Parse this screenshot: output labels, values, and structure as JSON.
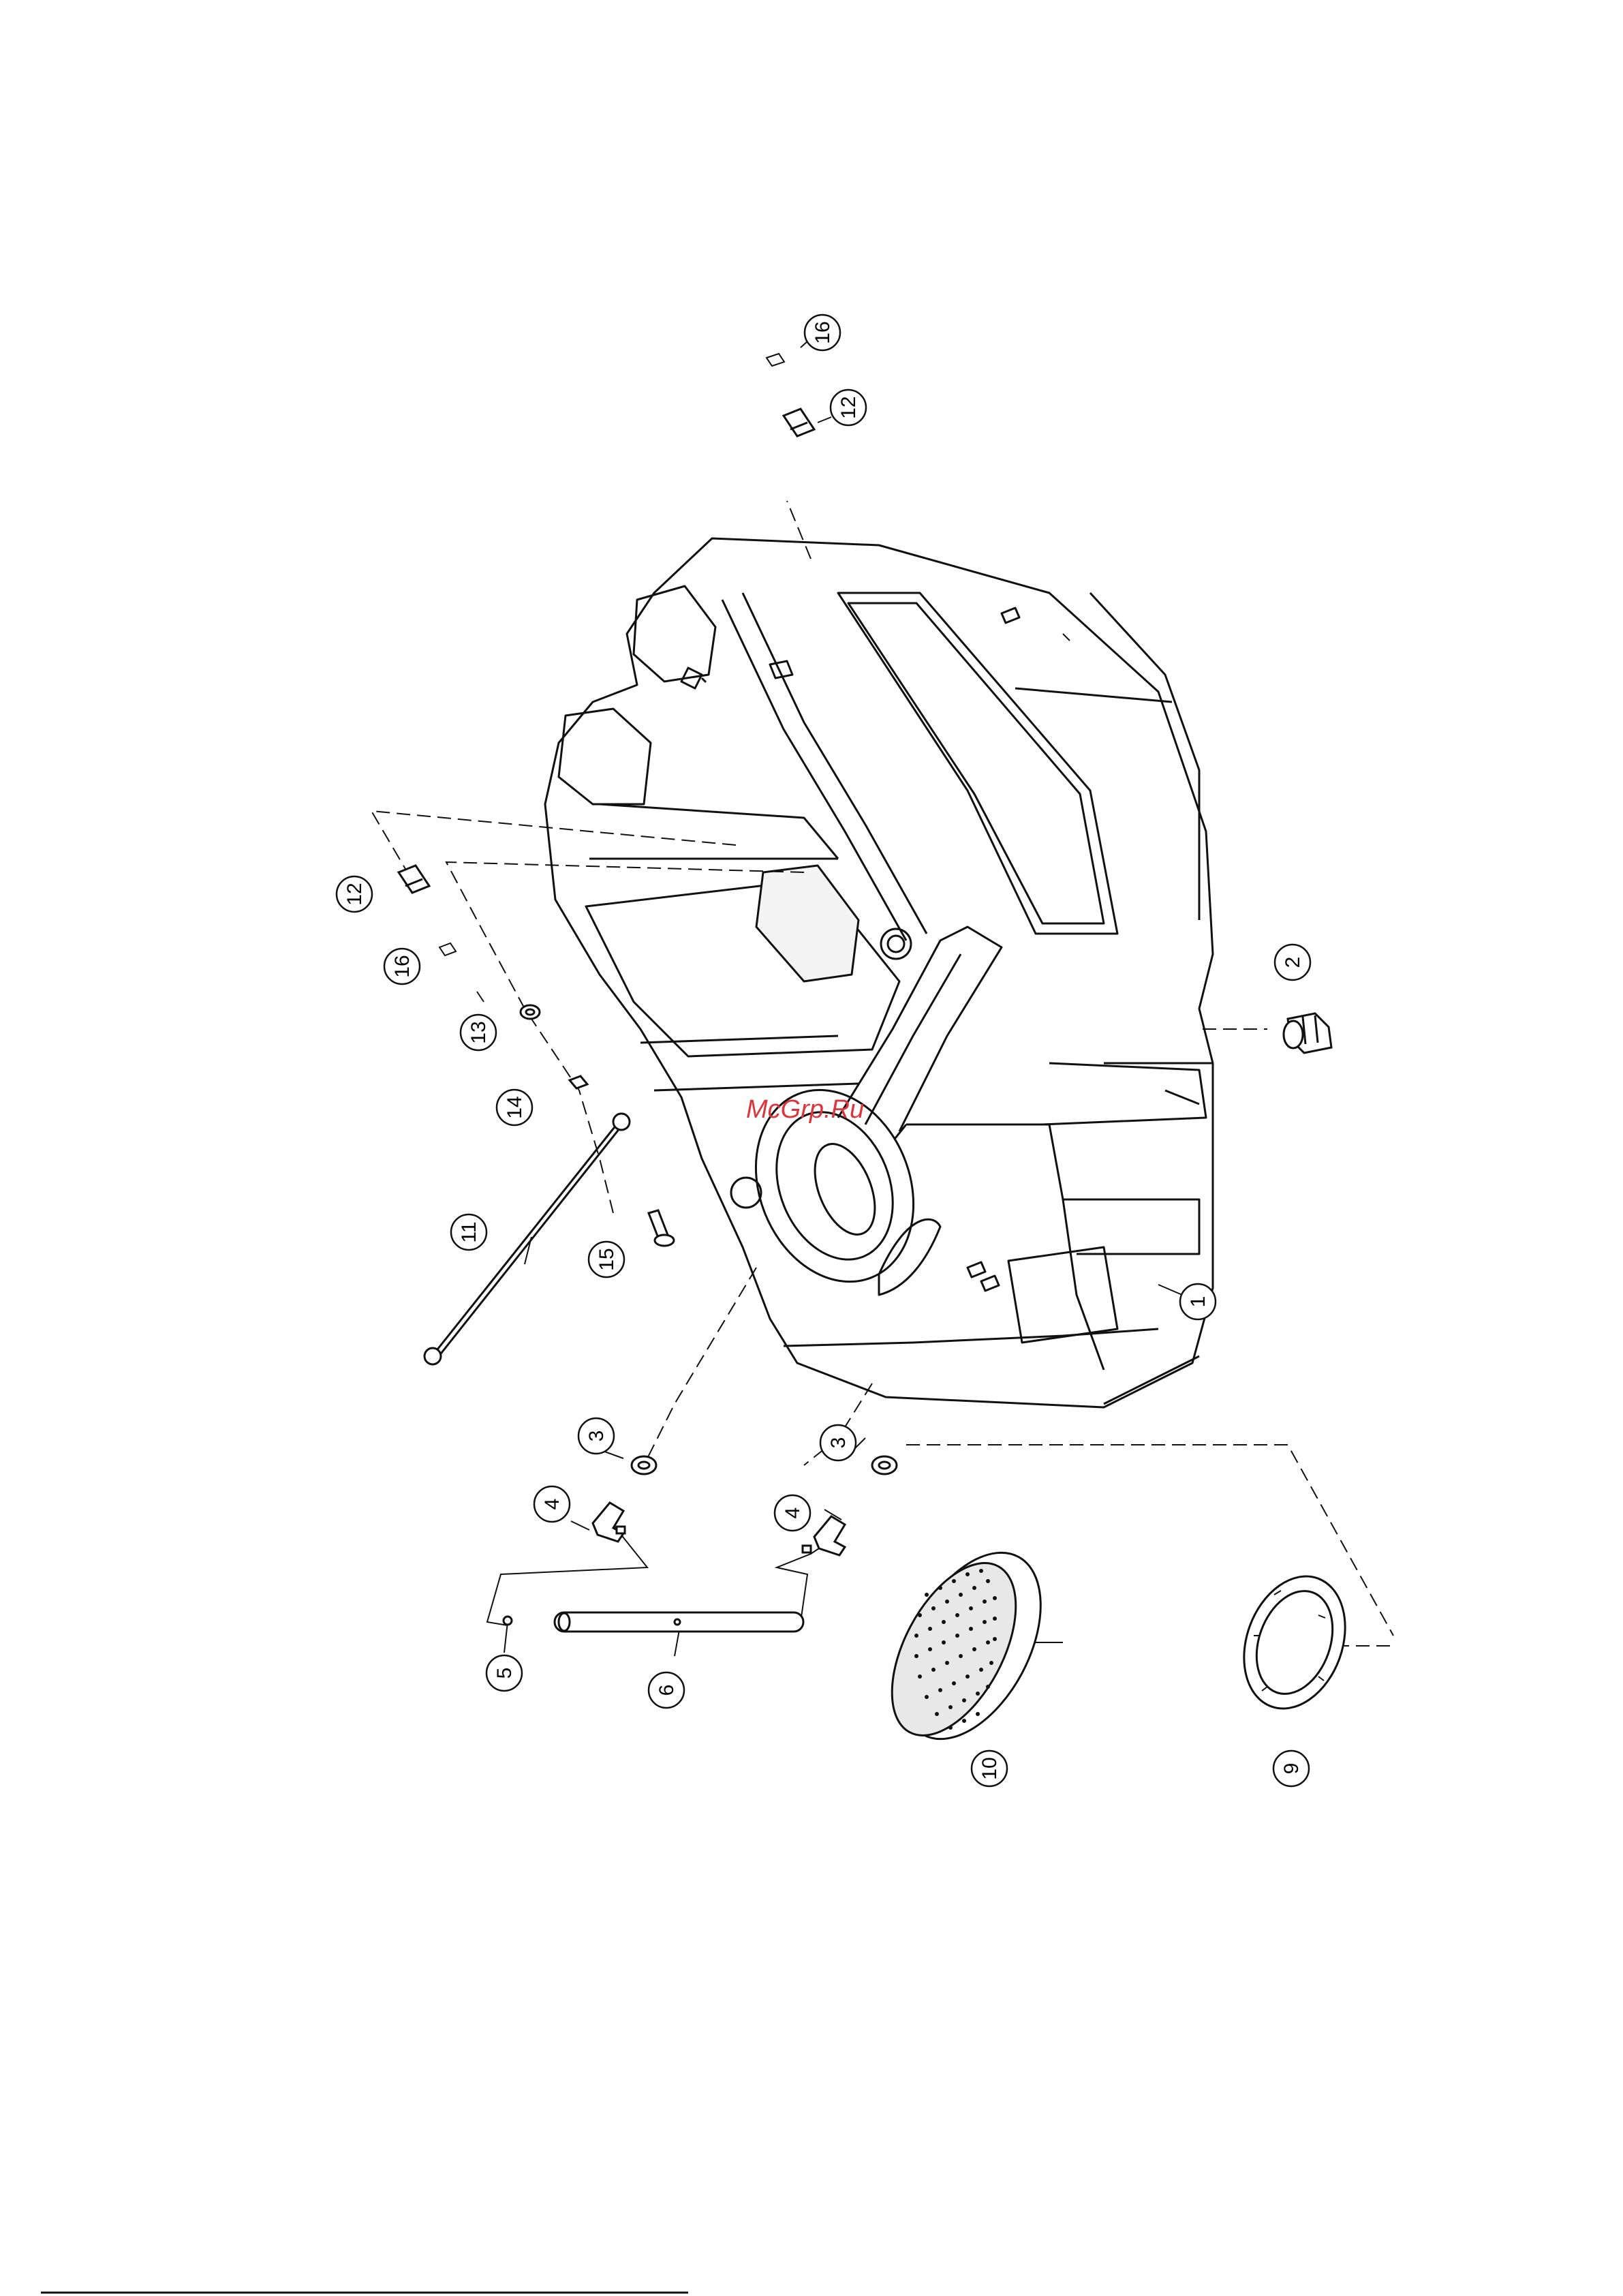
{
  "watermark": {
    "text": "McGrp.Ru",
    "color": "#d9363e"
  },
  "colors": {
    "ink": "#111111",
    "paper": "#ffffff",
    "pad": "#e8e8e8"
  },
  "callouts": [
    {
      "id": "c16-top",
      "number": "16"
    },
    {
      "id": "c12-top",
      "number": "12"
    },
    {
      "id": "c12-left",
      "number": "12"
    },
    {
      "id": "c16-left",
      "number": "16"
    },
    {
      "id": "c13",
      "number": "13"
    },
    {
      "id": "c14",
      "number": "14"
    },
    {
      "id": "c11",
      "number": "11"
    },
    {
      "id": "c15",
      "number": "15"
    },
    {
      "id": "c2",
      "number": "2"
    },
    {
      "id": "c1",
      "number": "1"
    },
    {
      "id": "c3-left",
      "number": "3"
    },
    {
      "id": "c3-right",
      "number": "3"
    },
    {
      "id": "c4-left",
      "number": "4"
    },
    {
      "id": "c4-right",
      "number": "4"
    },
    {
      "id": "c5",
      "number": "5"
    },
    {
      "id": "c6",
      "number": "6"
    },
    {
      "id": "c10",
      "number": "10"
    },
    {
      "id": "c9",
      "number": "9"
    }
  ]
}
